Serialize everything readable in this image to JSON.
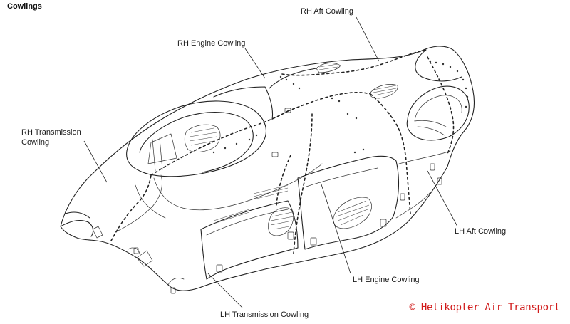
{
  "title": "Cowlings",
  "labels": {
    "rh_aft_cowling": "RH Aft Cowling",
    "rh_engine_cowling": "RH Engine Cowling",
    "rh_transmission_cowling_line1": "RH Transmission",
    "rh_transmission_cowling_line2": "Cowling",
    "lh_aft_cowling": "LH Aft Cowling",
    "lh_engine_cowling": "LH Engine Cowling",
    "lh_transmission_cowling": "LH Transmission Cowling"
  },
  "copyright": "© Helikopter Air Transport",
  "colors": {
    "line": "#222222",
    "copyright": "#d11a1a"
  }
}
